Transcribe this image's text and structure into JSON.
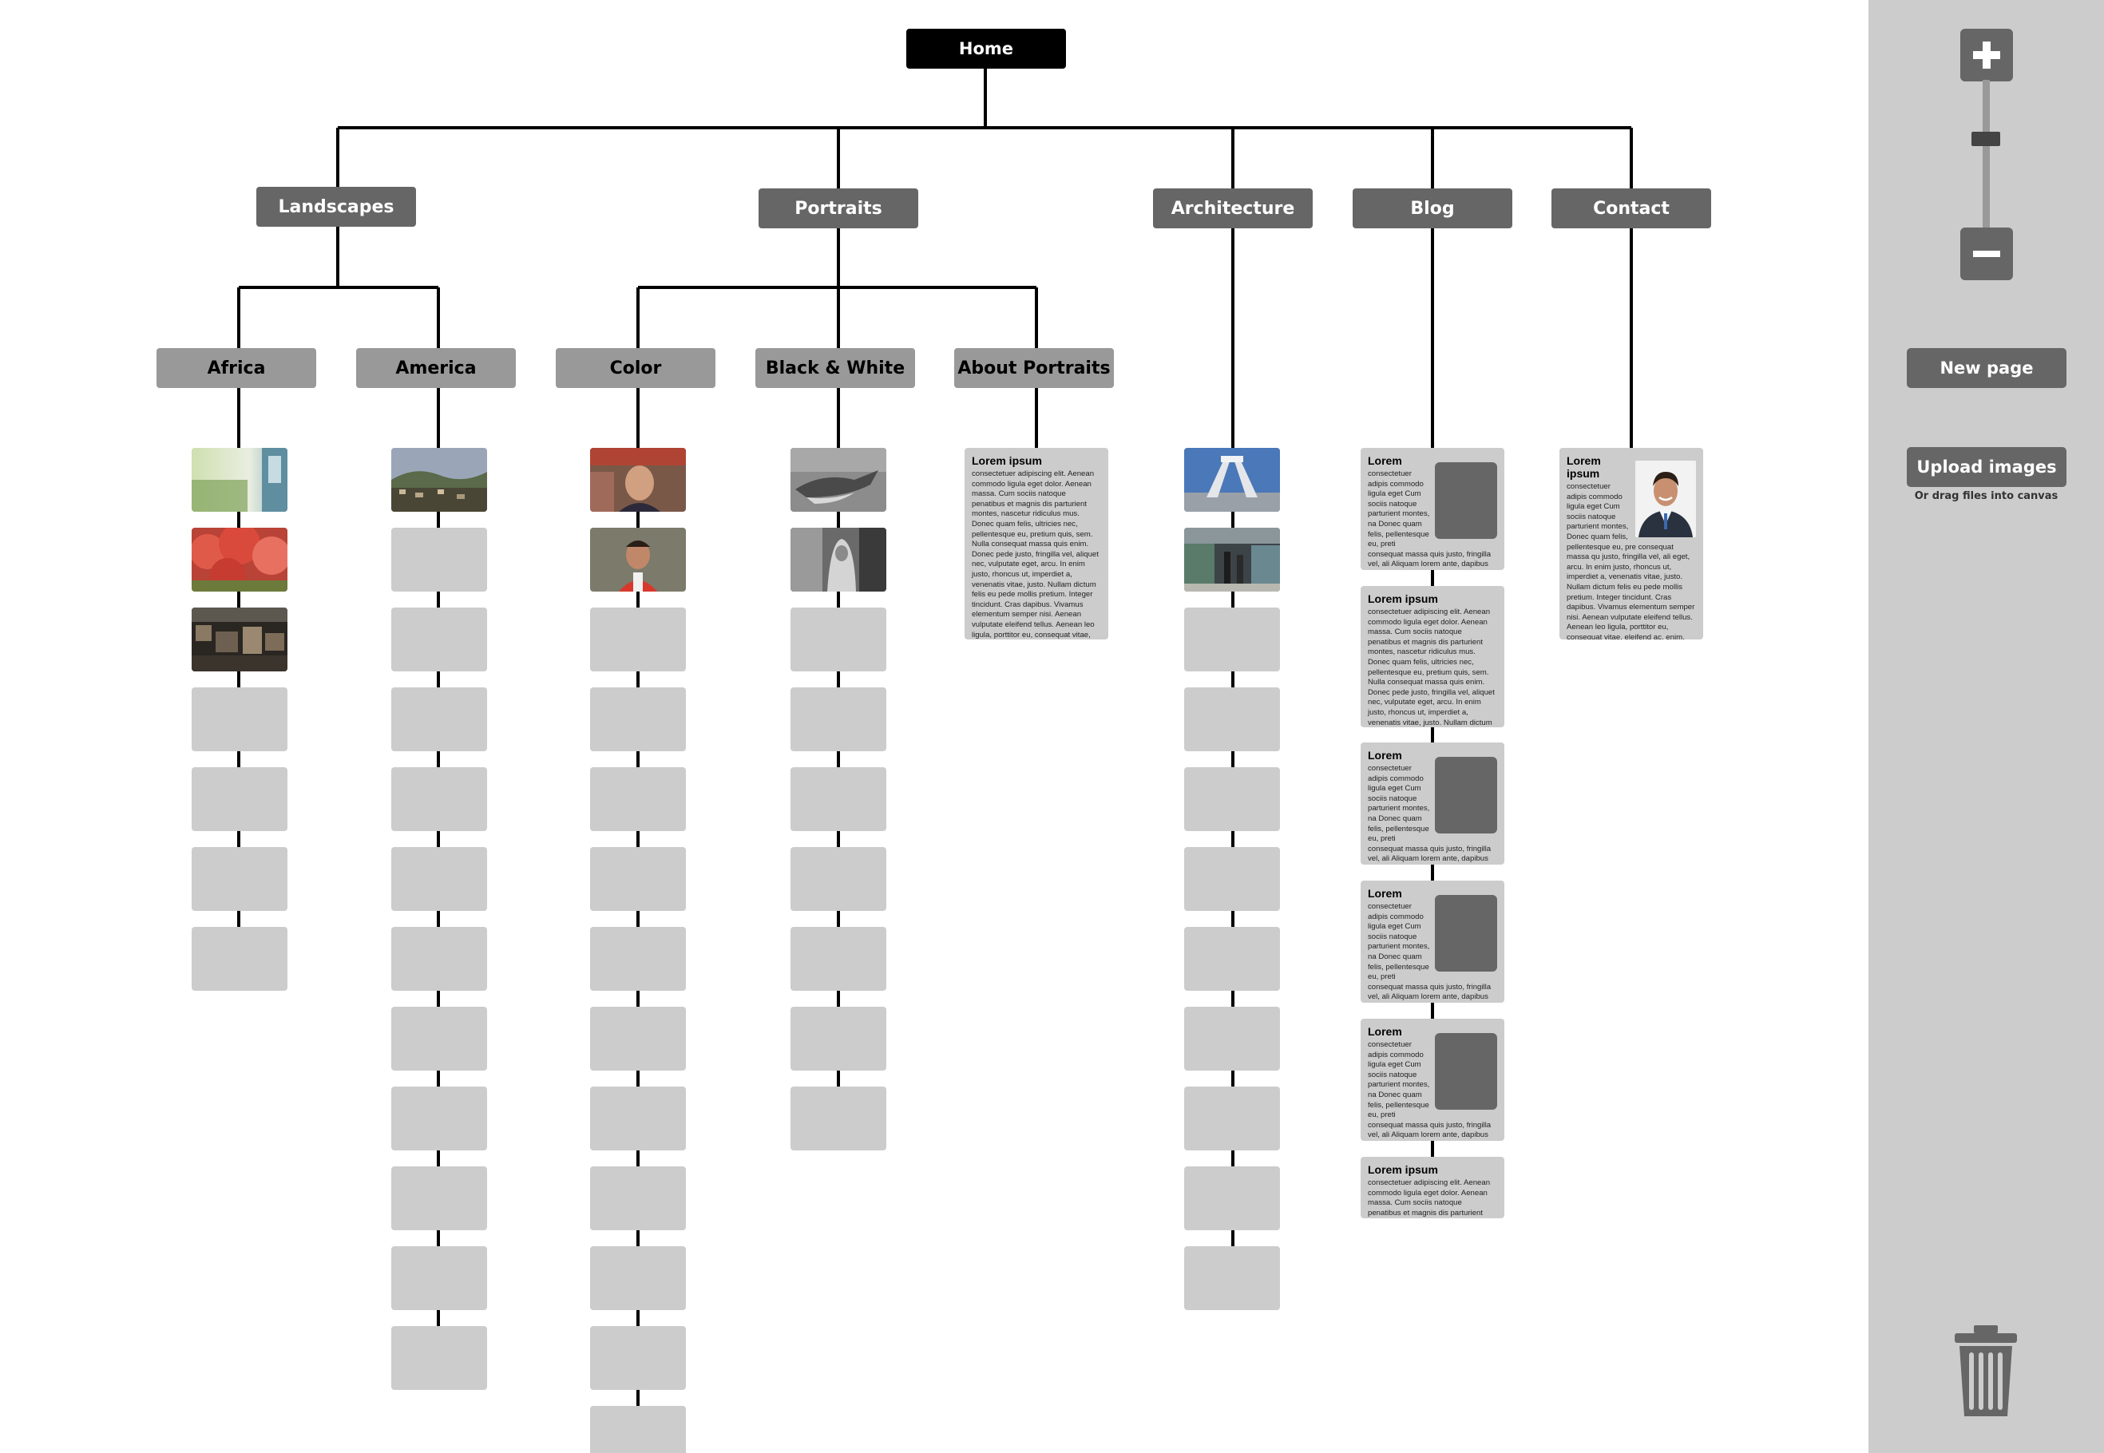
{
  "tree": {
    "home": "Home",
    "sections": [
      {
        "id": "landscapes",
        "label": "Landscapes"
      },
      {
        "id": "portraits",
        "label": "Portraits"
      },
      {
        "id": "architecture",
        "label": "Architecture"
      },
      {
        "id": "blog",
        "label": "Blog"
      },
      {
        "id": "contact",
        "label": "Contact"
      }
    ],
    "subsections": [
      {
        "id": "africa",
        "label": "Africa",
        "parent": "landscapes"
      },
      {
        "id": "america",
        "label": "America",
        "parent": "landscapes"
      },
      {
        "id": "color",
        "label": "Color",
        "parent": "portraits"
      },
      {
        "id": "black-white",
        "label": "Black & White",
        "parent": "portraits"
      },
      {
        "id": "about-portraits",
        "label": "About Portraits",
        "parent": "portraits"
      }
    ],
    "columns": [
      {
        "id": "africa",
        "photos": [
          "train-blur",
          "red-trees",
          "city-night"
        ],
        "empty_slots": 4
      },
      {
        "id": "america",
        "photos": [
          "hill-town"
        ],
        "empty_slots": 11
      },
      {
        "id": "color",
        "photos": [
          "old-woman",
          "child"
        ],
        "empty_slots": 11
      },
      {
        "id": "black-white",
        "photos": [
          "shark",
          "woman-scarf"
        ],
        "empty_slots": 7
      },
      {
        "id": "architecture",
        "photos": [
          "arch-monument",
          "metro-station"
        ],
        "empty_slots": 9
      }
    ]
  },
  "text_cards": {
    "about": {
      "title": "Lorem ipsum",
      "body": "consectetuer adipiscing elit. Aenean commodo ligula eget dolor. Aenean massa. Cum sociis natoque penatibus et magnis dis parturient montes, nascetur ridiculus mus. Donec quam felis, ultricies nec, pellentesque eu, pretium quis, sem. Nulla consequat massa quis enim. Donec pede justo, fringilla vel, aliquet nec, vulputate eget, arcu. In enim justo, rhoncus ut, imperdiet a, venenatis vitae, justo. Nullam dictum felis eu pede mollis pretium. Integer tincidunt. Cras dapibus. Vivamus elementum semper nisi. Aenean vulputate eleifend tellus. Aenean leo ligula, porttitor eu, consequat vitae, eleifend ac, enim. Aliquam lorem ante, dapibus in, viverra quis, feugiat a, tellus."
    },
    "blog_posts": [
      {
        "type": "image",
        "title": "Lorem",
        "body": "consectetuer adipis commodo ligula eget Cum sociis natoque parturient montes, na Donec quam felis, pellentesque eu, preti consequat massa quis justo, fringilla vel, ali Aliquam lorem ante, dapibus in, viverra quis, feugiat a, tellus."
      },
      {
        "type": "text",
        "title": "Lorem ipsum",
        "body": "consectetuer adipiscing elit. Aenean commodo ligula eget dolor. Aenean massa. Cum sociis natoque penatibus et magnis dis parturient montes, nascetur ridiculus mus. Donec quam felis, ultricies nec, pellentesque eu, pretium quis, sem. Nulla consequat massa quis enim. Donec pede justo, fringilla vel, aliquet nec, vulputate eget, arcu. In enim justo, rhoncus ut, imperdiet a, venenatis vitae, justo. Nullam dictum felis eu pede mollis pretium. Integer tincidunt. Cras dapibus. Vivamus elementum semper nisi. Aenean vulputate eleifend tellus. Aenean leo ligula, porttitor eu, consequat vitae, eleifend ac, enim. Aliquam lorem ante, dapibus in, viverra quis, feugiat a, tellus."
      },
      {
        "type": "image",
        "title": "Lorem",
        "body": "consectetuer adipis commodo ligula eget Cum sociis natoque parturient montes, na Donec quam felis, pellentesque eu, preti consequat massa quis justo, fringilla vel, ali Aliquam lorem ante, dapibus in, viverra quis, feugiat a, tellus."
      },
      {
        "type": "image",
        "title": "Lorem",
        "body": "consectetuer adipis commodo ligula eget Cum sociis natoque parturient montes, na Donec quam felis, pellentesque eu, preti consequat massa quis justo, fringilla vel, ali Aliquam lorem ante, dapibus in, viverra quis, feugiat a, tellus."
      },
      {
        "type": "image",
        "title": "Lorem",
        "body": "consectetuer adipis commodo ligula eget Cum sociis natoque parturient montes, na Donec quam felis, pellentesque eu, preti consequat massa quis justo, fringilla vel, ali Aliquam lorem ante, dapibus in, viverra quis, feugiat a, tellus."
      },
      {
        "type": "text",
        "title": "Lorem ipsum",
        "body": "consectetuer adipiscing elit. Aenean commodo ligula eget dolor. Aenean massa. Cum sociis natoque penatibus et magnis dis parturient montes, nascetur ridiculus mus. Donec quam felis, ultricies nec, pellentesque eu, pretium quis, sem. Nulla consequat massa quis enim. Donec pede justo, fringilla vel, aliquet nec, vulputate eget, arcu. In enim justo, rhoncus ut, imperdiet a, venenatis vitae, justo. Nullam dictum felis eu pede mollis pretium. Integer tincidunt. Cras dapibus. Vivamus elementum semper nisi. Aenean vulputate eleifend tellus. Aenean leo ligula, porttitor eu, consequat vitae, eleifend ac, enim. Aliquam lorem ante, dapibus in, viverra quis, feugiat a, tellus."
      }
    ],
    "contact": {
      "title": "Lorem ipsum",
      "body": "consectetuer adipis commodo ligula eget Cum sociis natoque parturient montes, Donec quam felis, pellentesque eu, pre consequat massa qu justo, fringilla vel, ali eget, arcu. In enim justo, rhoncus ut, imperdiet a, venenatis vitae, justo. Nullam dictum felis eu pede mollis pretium. Integer tincidunt. Cras dapibus. Vivamus elementum semper nisi. Aenean vulputate eleifend tellus. Aenean leo ligula, porttitor eu, consequat vitae, eleifend ac, enim. Aliquam lorem ante, dapibus in, viverra quis, feugiat a, tellus."
    }
  },
  "sidebar": {
    "zoom_in_icon": "plus-icon",
    "zoom_out_icon": "minus-icon",
    "zoom_level": 0.38,
    "new_page": "New page",
    "upload_images": "Upload images",
    "drop_hint": "Or drag files into canvas",
    "trash_icon": "trash-icon"
  },
  "colors": {
    "home_node": "#000000",
    "section_node": "#666666",
    "subsection_node": "#999999",
    "placeholder": "#cccccc",
    "sidebar_bg": "#cccccc",
    "connector": "#000000"
  }
}
